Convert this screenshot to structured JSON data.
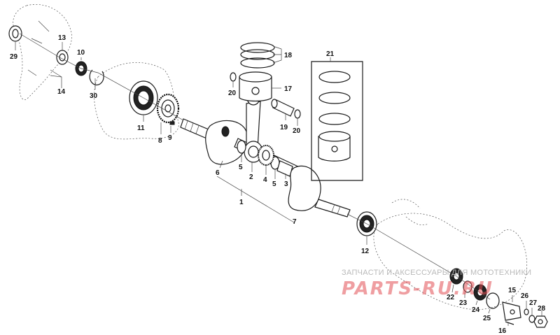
{
  "diagram": {
    "labels": {
      "l1": "1",
      "l2": "2",
      "l3": "3",
      "l4": "4",
      "l5a": "5",
      "l5b": "5",
      "l6": "6",
      "l7": "7",
      "l8": "8",
      "l9": "9",
      "l10": "10",
      "l11": "11",
      "l12": "12",
      "l13": "13",
      "l14": "14",
      "l15": "15",
      "l16": "16",
      "l17": "17",
      "l18": "18",
      "l19": "19",
      "l20a": "20",
      "l20b": "20",
      "l21": "21",
      "l22": "22",
      "l23": "23",
      "l24": "24",
      "l25": "25",
      "l26": "26",
      "l27": "27",
      "l28": "28",
      "l29": "29",
      "l30": "30"
    }
  },
  "watermark": {
    "caption": "ЗАПЧАСТИ И АКСЕССУАРЫ ДЛЯ МОТОТЕХНИКИ",
    "logo": "PARTS-RU.RU",
    "color": "#e24e54"
  }
}
